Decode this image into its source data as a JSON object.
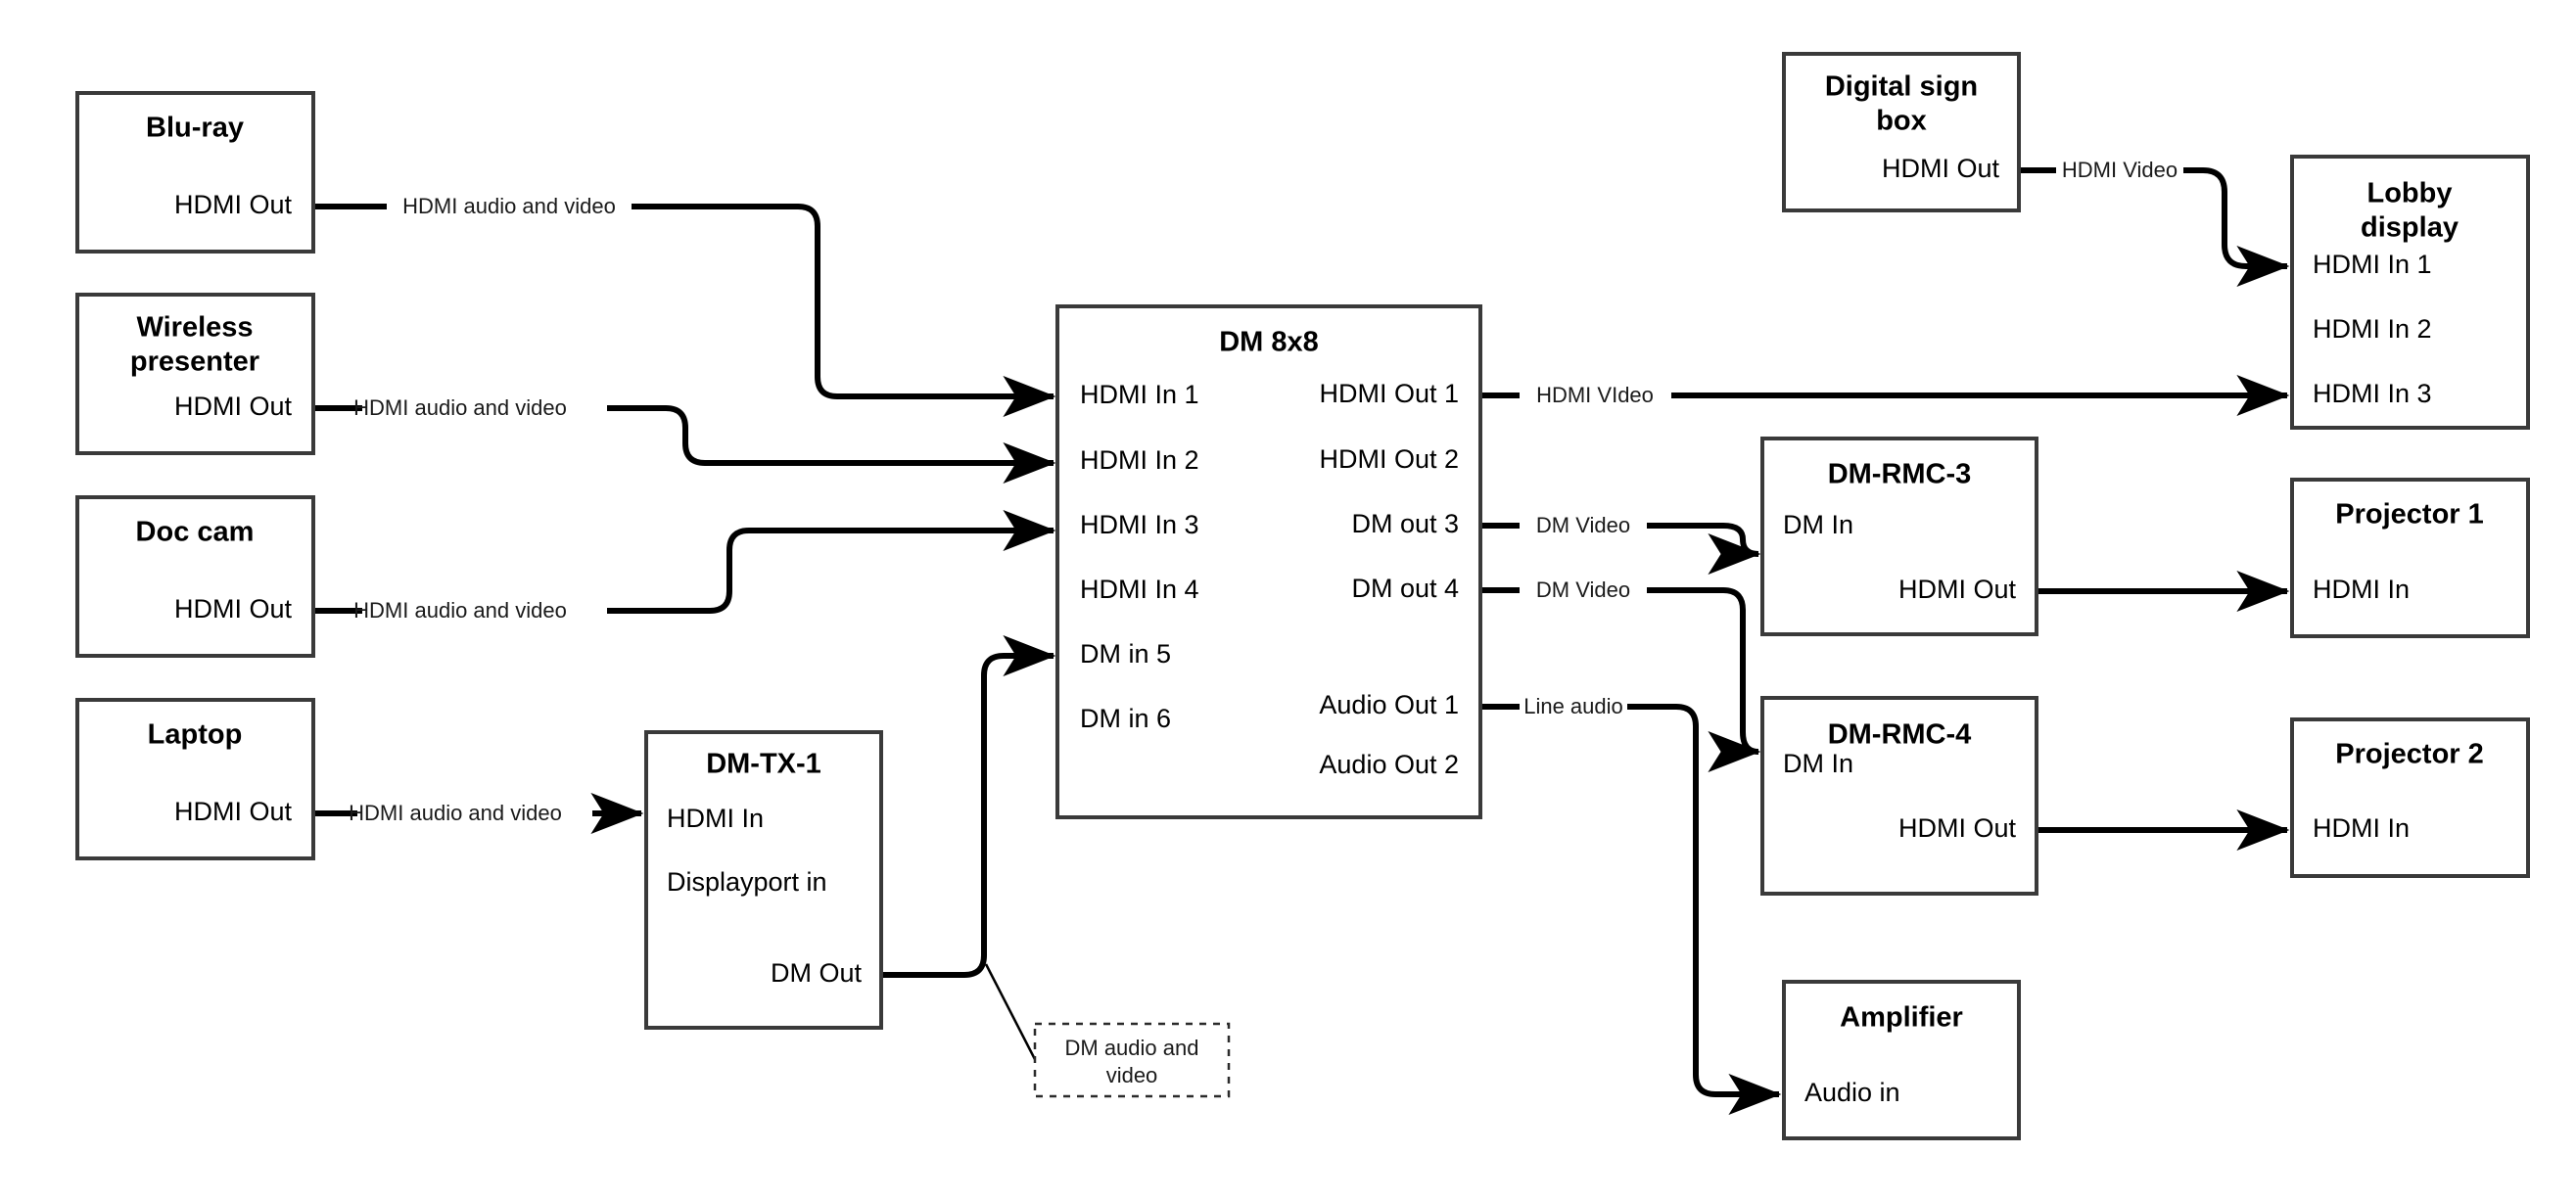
{
  "diagram": {
    "title": "AV signal flow diagram",
    "background_color": "#ffffff",
    "box_stroke_color": "#3a3a3a",
    "wire_color": "#000000",
    "devices": [
      {
        "id": "blu-ray",
        "title": "Blu-ray",
        "ports": [
          {
            "label": "HDMI Out",
            "align": "right"
          }
        ]
      },
      {
        "id": "wireless-presenter",
        "title": "Wireless presenter",
        "title_line_1": "Wireless",
        "title_line_2": "presenter",
        "ports": [
          {
            "label": "HDMI Out",
            "align": "right"
          }
        ]
      },
      {
        "id": "doc-cam",
        "title": "Doc cam",
        "ports": [
          {
            "label": "HDMI Out",
            "align": "right"
          }
        ]
      },
      {
        "id": "laptop",
        "title": "Laptop",
        "ports": [
          {
            "label": "HDMI Out",
            "align": "right"
          }
        ]
      },
      {
        "id": "dm-tx-1",
        "title": "DM-TX-1",
        "ports": [
          {
            "label": "HDMI In",
            "align": "left"
          },
          {
            "label": "Displayport in",
            "align": "left"
          },
          {
            "label": "DM Out",
            "align": "right"
          }
        ]
      },
      {
        "id": "dm-8x8",
        "title": "DM 8x8",
        "inputs": [
          "HDMI In 1",
          "HDMI In 2",
          "HDMI In 3",
          "HDMI In 4",
          "DM in 5",
          "DM in 6"
        ],
        "outputs": [
          "HDMI Out 1",
          "HDMI Out 2",
          "DM out 3",
          "DM out 4",
          "Audio Out 1",
          "Audio Out 2"
        ]
      },
      {
        "id": "digital-sign-box",
        "title": "Digital sign box",
        "title_line_1": "Digital sign",
        "title_line_2": "box",
        "ports": [
          {
            "label": "HDMI Out",
            "align": "right"
          }
        ]
      },
      {
        "id": "lobby-display",
        "title": "Lobby display",
        "title_line_1": "Lobby",
        "title_line_2": "display",
        "ports": [
          {
            "label": "HDMI In 1",
            "align": "left"
          },
          {
            "label": "HDMI In 2",
            "align": "left"
          },
          {
            "label": "HDMI In 3",
            "align": "left"
          }
        ]
      },
      {
        "id": "dm-rmc-3",
        "title": "DM-RMC-3",
        "ports": [
          {
            "label": "DM In",
            "align": "left"
          },
          {
            "label": "HDMI Out",
            "align": "right"
          }
        ]
      },
      {
        "id": "dm-rmc-4",
        "title": "DM-RMC-4",
        "ports": [
          {
            "label": "DM In",
            "align": "left"
          },
          {
            "label": "HDMI Out",
            "align": "right"
          }
        ]
      },
      {
        "id": "projector-1",
        "title": "Projector 1",
        "ports": [
          {
            "label": "HDMI In",
            "align": "left"
          }
        ]
      },
      {
        "id": "projector-2",
        "title": "Projector 2",
        "ports": [
          {
            "label": "HDMI In",
            "align": "left"
          }
        ]
      },
      {
        "id": "amplifier",
        "title": "Amplifier",
        "ports": [
          {
            "label": "Audio in",
            "align": "left"
          }
        ]
      }
    ],
    "connections": [
      {
        "id": "bluray-to-hdmi-in-1",
        "label": "HDMI audio and video",
        "from": "blu-ray HDMI Out",
        "to": "dm-8x8 HDMI In 1"
      },
      {
        "id": "wireless-to-hdmi-in-2",
        "label": "HDMI audio and video",
        "from": "wireless-presenter HDMI Out",
        "to": "dm-8x8 HDMI In 2"
      },
      {
        "id": "doccam-to-hdmi-in-3",
        "label": "HDMI audio and video",
        "from": "doc-cam HDMI Out",
        "to": "dm-8x8 HDMI In 3"
      },
      {
        "id": "laptop-to-dmtx",
        "label": "HDMI audio and video",
        "from": "laptop HDMI Out",
        "to": "dm-tx-1 HDMI In"
      },
      {
        "id": "dmtx-to-dm-in-5",
        "label": "DM audio and video",
        "from": "dm-tx-1 DM Out",
        "to": "dm-8x8 DM in 5",
        "callout": true
      },
      {
        "id": "hdmi-out-1-to-lobby",
        "label": "HDMI VIdeo",
        "from": "dm-8x8 HDMI Out 1",
        "to": "lobby-display HDMI In 3"
      },
      {
        "id": "dm-out-3-to-rmc3",
        "label": "DM Video",
        "from": "dm-8x8 DM out 3",
        "to": "dm-rmc-3 DM In"
      },
      {
        "id": "dm-out-4-to-rmc4",
        "label": "DM Video",
        "from": "dm-8x8 DM out 4",
        "to": "dm-rmc-4 DM In"
      },
      {
        "id": "audio-out-1-to-amp",
        "label": "Line audio",
        "from": "dm-8x8 Audio Out 1",
        "to": "amplifier Audio in"
      },
      {
        "id": "signbox-to-lobby",
        "label": "HDMI Video",
        "from": "digital-sign-box HDMI Out",
        "to": "lobby-display HDMI In 1"
      },
      {
        "id": "rmc3-to-projector-1",
        "label": "",
        "from": "dm-rmc-3 HDMI Out",
        "to": "projector-1 HDMI In"
      },
      {
        "id": "rmc4-to-projector-2",
        "label": "",
        "from": "dm-rmc-4 HDMI Out",
        "to": "projector-2 HDMI In"
      }
    ],
    "callout_note": {
      "line_1": "DM audio and",
      "line_2": "video"
    }
  }
}
